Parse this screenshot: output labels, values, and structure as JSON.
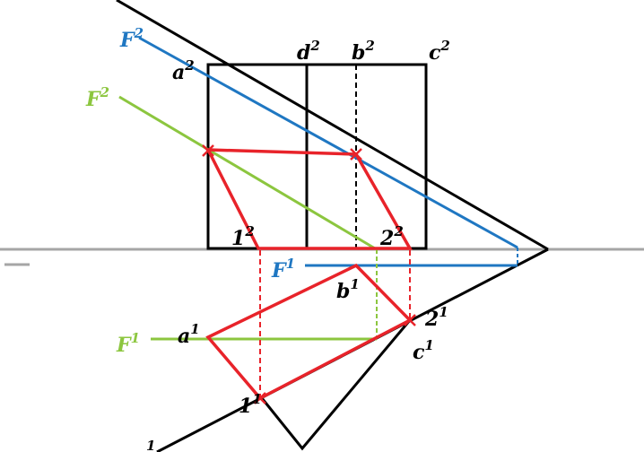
{
  "colors": {
    "black": "#000000",
    "blue": "#1f77c2",
    "green": "#8cc63f",
    "red": "#e8232a",
    "axis": "#a6a6a6"
  },
  "labels": {
    "F2_blue": {
      "base": "F",
      "sup": "2"
    },
    "F2_green": {
      "base": "F",
      "sup": "2"
    },
    "a2": {
      "base": "a",
      "sup": "2"
    },
    "d2": {
      "base": "d",
      "sup": "2"
    },
    "b2": {
      "base": "b",
      "sup": "2"
    },
    "c2": {
      "base": "c",
      "sup": "2"
    },
    "p12": {
      "base": "1",
      "sup": "2"
    },
    "p22": {
      "base": "2",
      "sup": "2"
    },
    "F1_blue": {
      "base": "F",
      "sup": "1"
    },
    "b1": {
      "base": "b",
      "sup": "1"
    },
    "F1_green": {
      "base": "F",
      "sup": "1"
    },
    "a1": {
      "base": "a",
      "sup": "1"
    },
    "p21": {
      "base": "2",
      "sup": "1"
    },
    "c1": {
      "base": "c",
      "sup": "1"
    },
    "p11": {
      "base": "1",
      "sup": "1"
    },
    "bottom_partial": {
      "base": "",
      "sup": "1"
    }
  }
}
